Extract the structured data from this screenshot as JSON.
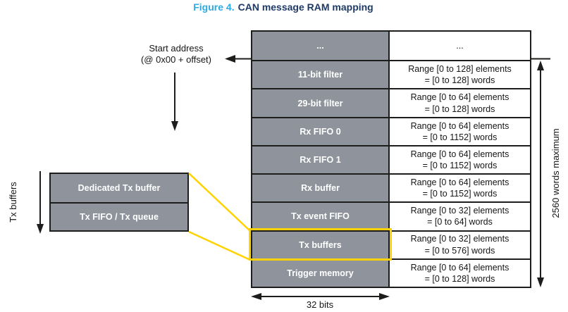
{
  "figure": {
    "number": "Figure 4.",
    "title": "CAN message RAM mapping"
  },
  "colors": {
    "figure_number_blue": "#2DA9E1",
    "figure_title_navy": "#1E3A68",
    "cell_gray": "#8F949C",
    "cell_text_white": "#FFFFFF",
    "highlight_yellow": "#FFD200",
    "line_black": "#1D1D1B"
  },
  "annotations": {
    "start_address_line1": "Start address",
    "start_address_line2": "(@ 0x00 + offset)",
    "tx_buffers_side_label": "Tx buffers",
    "max_words_label": "2560 words maximum",
    "width_label": "32 bits"
  },
  "tx_buffers_box": {
    "rows": [
      {
        "label": "Dedicated Tx buffer"
      },
      {
        "label": "Tx FIFO / Tx queue"
      }
    ]
  },
  "ram_table": {
    "rows": [
      {
        "label": "...",
        "range_line1": "...",
        "range_line2": ""
      },
      {
        "label": "11-bit filter",
        "range_line1": "Range [0 to 128] elements",
        "range_line2": "= [0 to 128] words"
      },
      {
        "label": "29-bit filter",
        "range_line1": "Range [0 to 64] elements",
        "range_line2": "= [0 to 128] words"
      },
      {
        "label": "Rx FIFO 0",
        "range_line1": "Range [0 to 64] elements",
        "range_line2": "= [0 to 1152] words"
      },
      {
        "label": "Rx FIFO 1",
        "range_line1": "Range [0 to 64] elements",
        "range_line2": "= [0 to 1152] words"
      },
      {
        "label": "Rx buffer",
        "range_line1": "Range [0 to 64] elements",
        "range_line2": "= [0 to 1152] words"
      },
      {
        "label": "Tx event FIFO",
        "range_line1": "Range [0 to 32] elements",
        "range_line2": "= [0 to 64] words"
      },
      {
        "label": "Tx buffers",
        "range_line1": "Range [0 to 32] elements",
        "range_line2": "= [0 to 576] words",
        "highlighted": true
      },
      {
        "label": "Trigger memory",
        "range_line1": "Range [0 to 64] elements",
        "range_line2": "= [0 to 128] words"
      }
    ]
  }
}
